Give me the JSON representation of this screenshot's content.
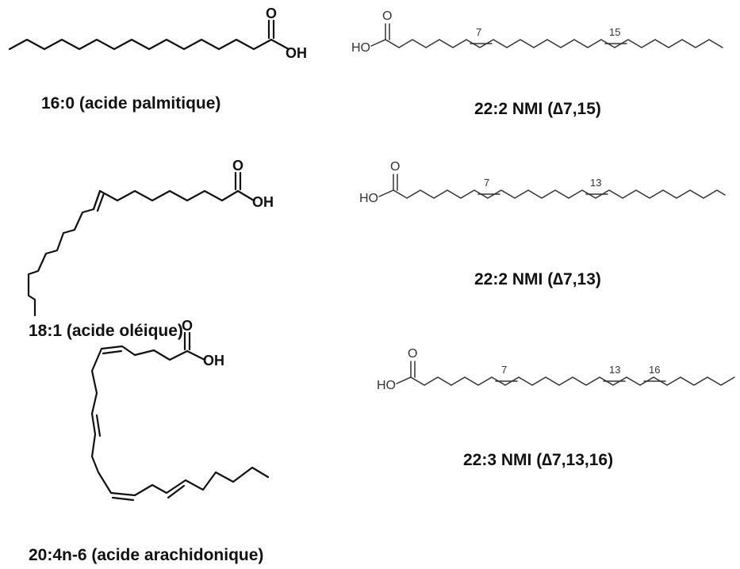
{
  "molecules": {
    "palmitic": {
      "caption": "16:0 (acide palmitique)",
      "o": "O",
      "oh": "OH"
    },
    "oleic": {
      "caption": "18:1 (acide oléique)",
      "o": "O",
      "oh": "OH"
    },
    "arachidonic": {
      "caption": "20:4n-6 (acide arachidonique)",
      "o": "O",
      "oh": "OH"
    },
    "nmi_7_15": {
      "caption": "22:2 NMI (∆7,15)",
      "o": "O",
      "ho": "HO",
      "locants": [
        "7",
        "15"
      ]
    },
    "nmi_7_13": {
      "caption": "22:2 NMI (∆7,13)",
      "o": "O",
      "ho": "HO",
      "locants": [
        "7",
        "13"
      ]
    },
    "nmi_7_13_16": {
      "caption": "22:3 NMI (∆7,13,16)",
      "o": "O",
      "ho": "HO",
      "locants": [
        "7",
        "13",
        "16"
      ]
    }
  }
}
